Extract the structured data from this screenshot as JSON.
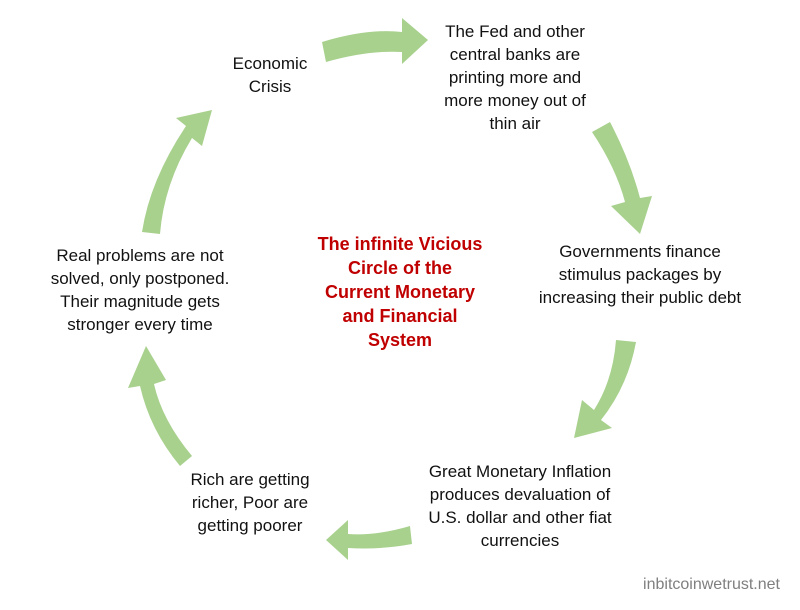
{
  "diagram": {
    "title": "The infinite Vicious\nCircle of the\nCurrent Monetary\nand Financial\nSystem",
    "nodes": {
      "crisis": "Economic\nCrisis",
      "fed": "The Fed and other\ncentral banks are\nprinting more and\nmore money out of\nthin air",
      "gov": "Governments finance\nstimulus packages by\nincreasing their public debt",
      "inflation": "Great Monetary Inflation\nproduces devaluation of\nU.S. dollar and other fiat\ncurrencies",
      "rich": "Rich are getting\nricher, Poor are\ngetting poorer",
      "problems": "Real problems are not\nsolved, only postponed.\nTheir magnitude gets\nstronger every time"
    },
    "arrow_color": "#a9d18e",
    "title_color": "#c00000"
  },
  "watermark": "inbitcoinwetrust.net"
}
